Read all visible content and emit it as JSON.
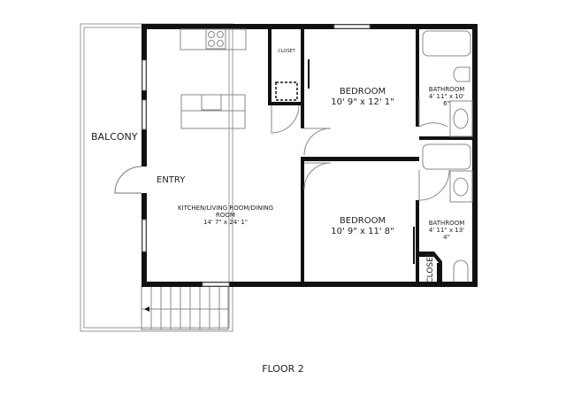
{
  "floor_label": "FLOOR 2",
  "rooms": {
    "balcony": {
      "name": "BALCONY"
    },
    "entry": {
      "name": "ENTRY"
    },
    "kitchen": {
      "name_line1": "KITCHEN/LIVING ROOM/DINING",
      "name_line2": "ROOM",
      "dims": "14' 7\" x 24' 1\""
    },
    "closet_top": {
      "name": "CLOSET"
    },
    "bedroom1": {
      "name": "BEDROOM",
      "dims": "10' 9\" x 12' 1\""
    },
    "bathroom1": {
      "name": "BATHROOM",
      "dims_line1": "4' 11\" x 10'",
      "dims_line2": "6\""
    },
    "bedroom2": {
      "name": "BEDROOM",
      "dims": "10' 9\" x 11' 8\""
    },
    "bathroom2": {
      "name": "BATHROOM",
      "dims_line1": "4' 11\" x 13'",
      "dims_line2": "4\""
    },
    "closet_bottom": {
      "name": "CLOSET"
    }
  },
  "colors": {
    "wall": "#111111",
    "fixture": "#888888",
    "background": "#ffffff"
  }
}
